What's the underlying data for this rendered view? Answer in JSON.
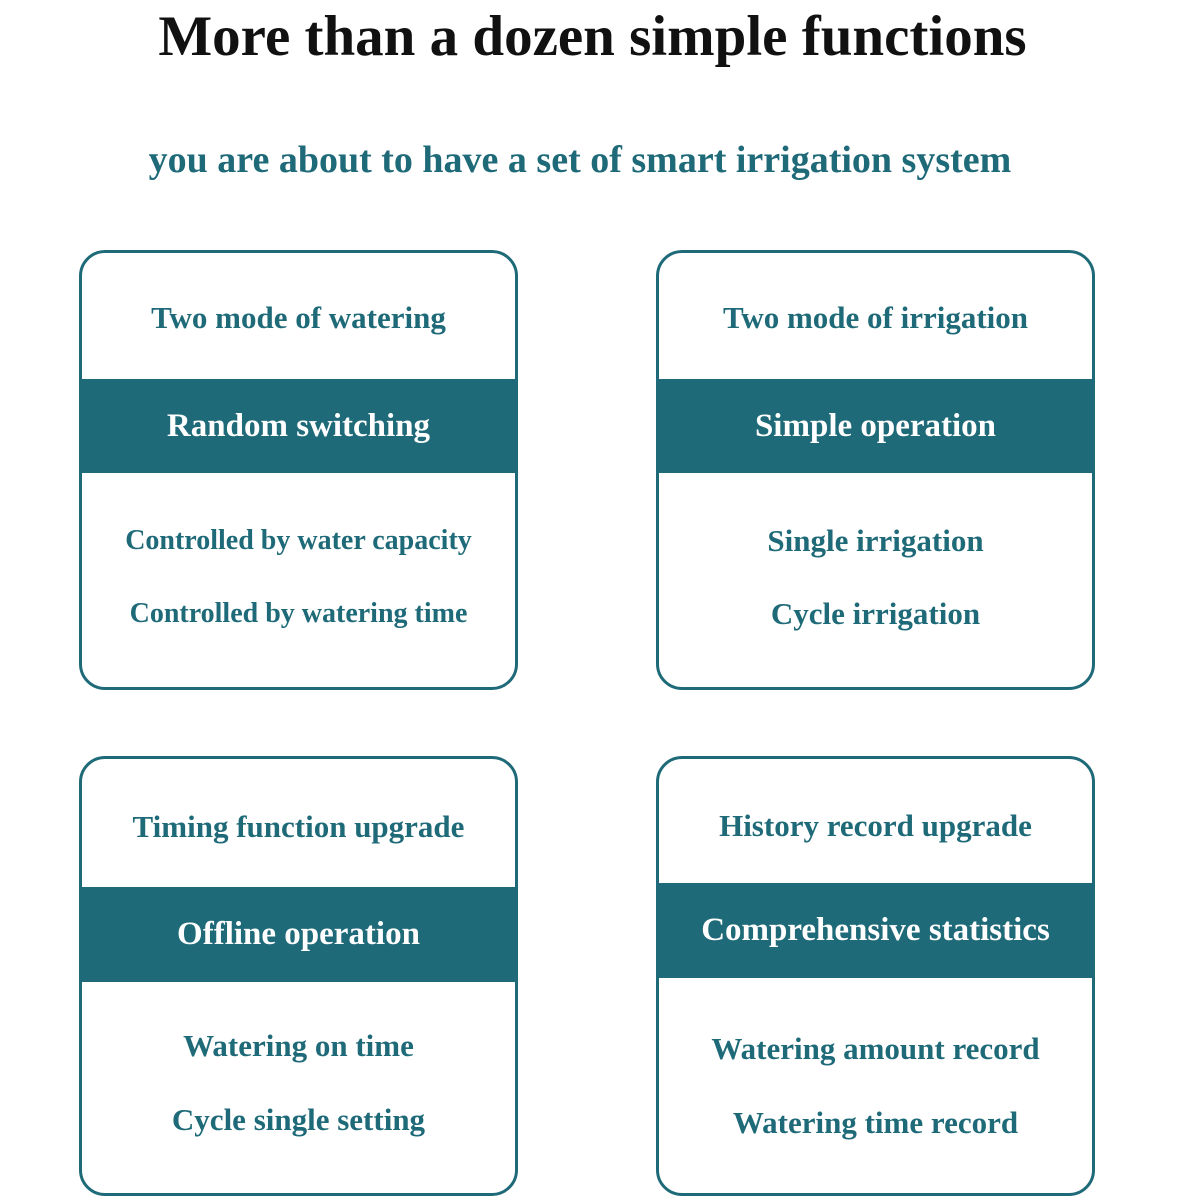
{
  "title": "More than a dozen simple functions",
  "subtitle": "you are about to have a set of smart irrigation system",
  "cards": [
    {
      "header": "Two mode of watering",
      "band": "Random switching",
      "items": [
        "Controlled by water capacity",
        "Controlled by watering time"
      ]
    },
    {
      "header": "Two mode of irrigation",
      "band": "Simple operation",
      "items": [
        "Single irrigation",
        "Cycle irrigation"
      ]
    },
    {
      "header": "Timing function upgrade",
      "band": "Offline operation",
      "items": [
        "Watering on time",
        "Cycle single setting"
      ]
    },
    {
      "header": "History record upgrade",
      "band": "Comprehensive statistics",
      "items": [
        "Watering amount record",
        "Watering time record"
      ]
    }
  ],
  "colors": {
    "accent": "#1f6a78",
    "title": "#111111",
    "background": "#ffffff"
  }
}
